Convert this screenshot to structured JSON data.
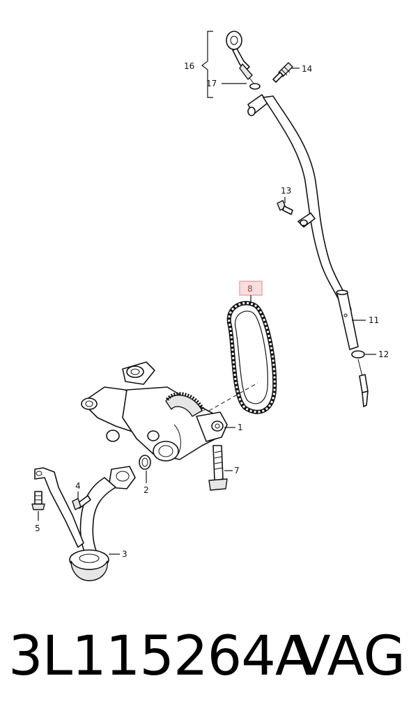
{
  "callouts": {
    "c1": "1",
    "c2": "2",
    "c3": "3",
    "c4": "4",
    "c5": "5",
    "c7": "7",
    "c8": "8",
    "c11": "11",
    "c12": "12",
    "c13": "13",
    "c14": "14",
    "c16": "16",
    "c17": "17"
  },
  "highlight_color": "#e8a3a8",
  "footer": {
    "part_number": "3L115264A",
    "brand": "VAG"
  }
}
